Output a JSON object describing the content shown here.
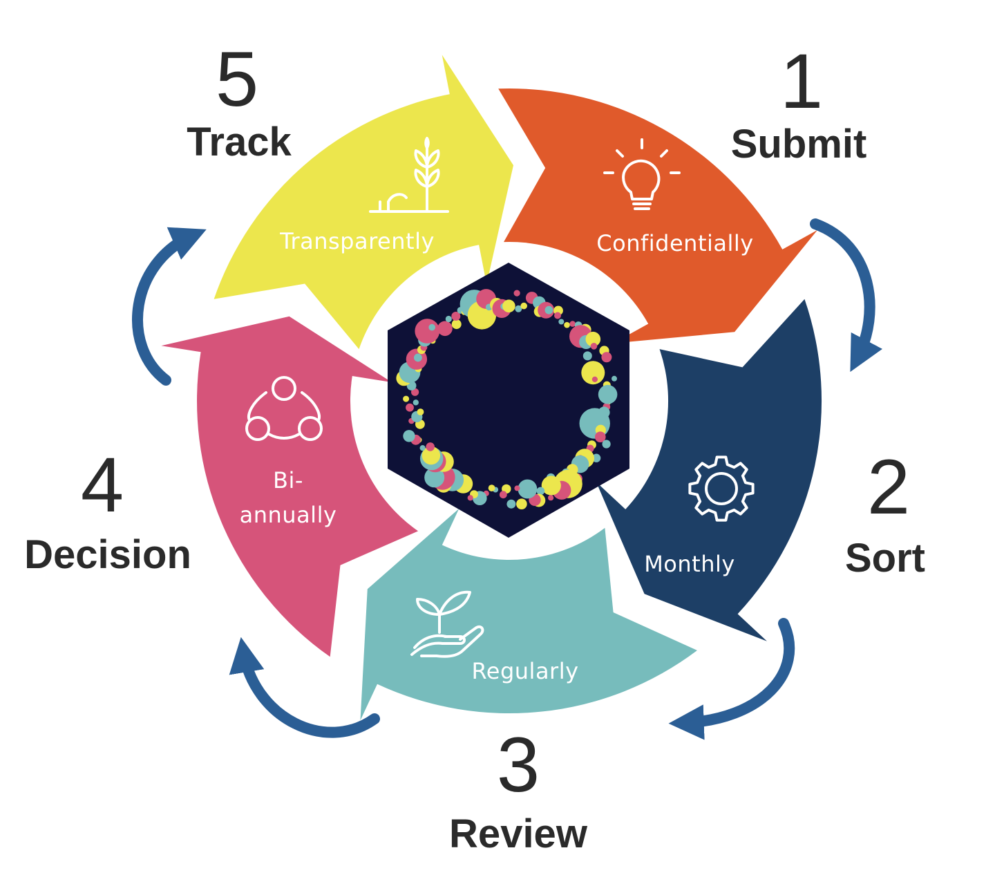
{
  "diagram": {
    "steps": [
      {
        "number": "1",
        "name": "Submit",
        "caption": "Confidentially",
        "icon": "lightbulb-icon",
        "color": "#E05A2B"
      },
      {
        "number": "2",
        "name": "Sort",
        "caption": "Monthly",
        "icon": "gear-icon",
        "color": "#1D3F66"
      },
      {
        "number": "3",
        "name": "Review",
        "caption": "Regularly",
        "icon": "hand-sprout-icon",
        "color": "#77BCBC"
      },
      {
        "number": "4",
        "name": "Decision",
        "caption_line1": "Bi-",
        "caption_line2": "annually",
        "icon": "people-network-icon",
        "color": "#D6547A"
      },
      {
        "number": "5",
        "name": "Track",
        "caption": "Transparently",
        "icon": "growing-plant-icon",
        "color": "#ECE64D"
      }
    ],
    "center": {
      "background": "#0E1137",
      "dot_colors": [
        "#ECE64D",
        "#D6547A",
        "#77BCBC"
      ]
    },
    "connector_color": "#2B5E95"
  }
}
